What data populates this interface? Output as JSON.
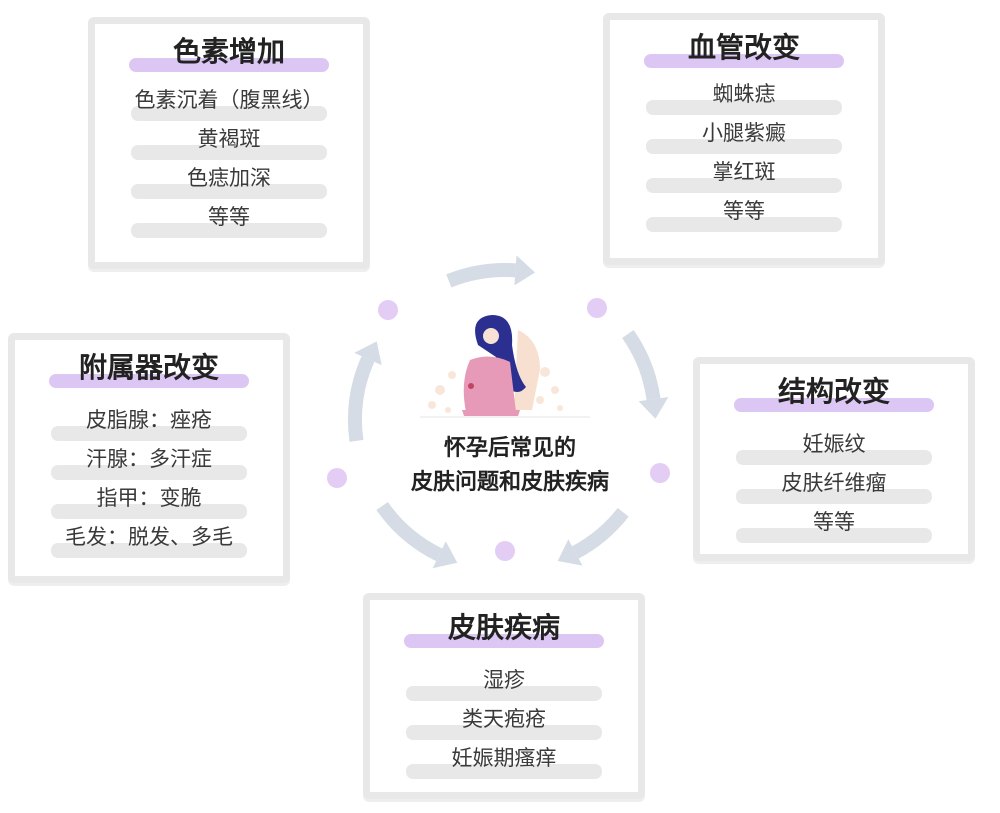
{
  "center": {
    "line1": "怀孕后常见的",
    "line2": "皮肤问题和皮肤疾病"
  },
  "boxes": [
    {
      "title": "色素增加",
      "items": [
        "色素沉着（腹黑线）",
        "黄褐斑",
        "色痣加深",
        "等等"
      ]
    },
    {
      "title": "血管改变",
      "items": [
        "蜘蛛痣",
        "小腿紫癜",
        "掌红斑",
        "等等"
      ]
    },
    {
      "title": "附属器改变",
      "items": [
        "皮脂腺：痤疮",
        "汗腺：多汗症",
        "指甲：变脆",
        "毛发：脱发、多毛"
      ]
    },
    {
      "title": "结构改变",
      "items": [
        "妊娠纹",
        "皮肤纤维瘤",
        "等等"
      ]
    },
    {
      "title": "皮肤疾病",
      "items": [
        "湿疹",
        "类天疱疮",
        "妊娠期瘙痒"
      ]
    }
  ],
  "colors": {
    "arrow": "#d5dce6",
    "dot": "#e4cdf5",
    "highlight": "#dcc6f3",
    "border": "#e8e8e8"
  }
}
